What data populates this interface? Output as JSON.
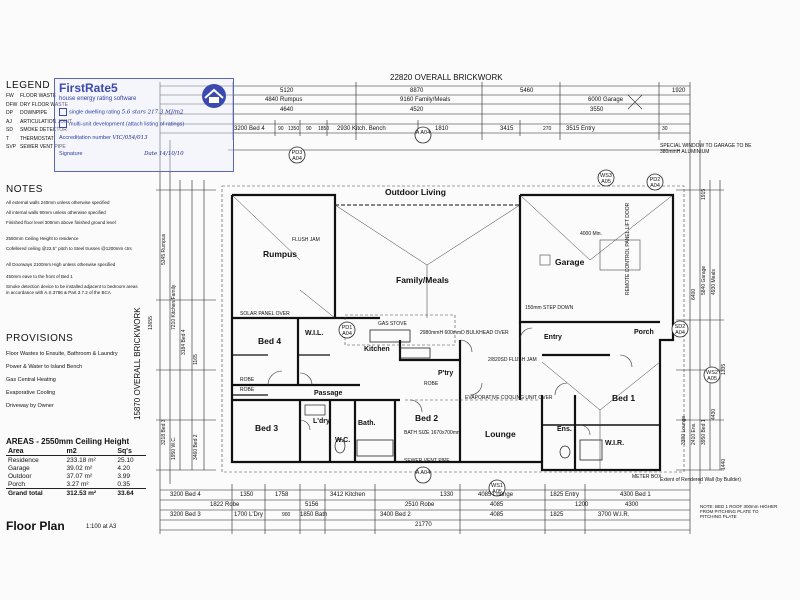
{
  "legend": {
    "title": "LEGEND",
    "items": [
      {
        "code": "FW",
        "label": "FLOOR WASTE"
      },
      {
        "code": "DFW",
        "label": "DRY FLOOR WASTE"
      },
      {
        "code": "DP",
        "label": "DOWNPIPE"
      },
      {
        "code": "AJ",
        "label": "ARTICULATION JOINT"
      },
      {
        "code": "SD",
        "label": "SMOKE DETECTOR"
      },
      {
        "code": "T",
        "label": "THERMOSTAT"
      },
      {
        "code": "SVP",
        "label": "SEWER VENT PIPE"
      }
    ]
  },
  "stamp": {
    "brand": "FirstRate5",
    "subtitle": "house energy rating software",
    "line1": "single dwelling rating",
    "line1_value": "5.6 stars 217.3 MJ/m2",
    "line2": "multi-unit development (attach listing of ratings)",
    "line3": "Accreditation number",
    "line3_value": "VIC/054/013",
    "line4": "Signature",
    "line4_value": "Date 14/10/10"
  },
  "notes": {
    "title": "NOTES",
    "items": [
      "All external walls 240mm unless otherwise specified",
      "All internal walls 90mm unless otherwise specified",
      "Finished floor level 300mm above finished ground level",
      "2550mm Ceiling Height to residence",
      "Cofellered ceiling @22.5° pitch to Steel trusses @1200mm ctrs",
      "All Doorways 2100mm High unless otherwise specified",
      "450mm eave to the front of Bed 1",
      "Smoke detection device to be installed adjacent to bedroom areas in accordance with A.S.3786 & Part 3.7.2 of the BCA"
    ]
  },
  "provisions": {
    "title": "PROVISIONS",
    "items": [
      "Floor Wastes to Ensuite, Bathroom & Laundry",
      "Power & Water to Island Bench",
      "Gas Central Heating",
      "Evaporative Cooling",
      "Driveway by Owner"
    ]
  },
  "areas": {
    "title": "AREAS - 2550mm Ceiling Height",
    "headers": [
      "Area",
      "m2",
      "Sq's"
    ],
    "rows": [
      [
        "Residence",
        "233.18 m²",
        "25.10"
      ],
      [
        "Garage",
        "39.02 m²",
        "4.20"
      ],
      [
        "Outdoor",
        "37.07 m²",
        "3.99"
      ],
      [
        "Porch",
        "3.27 m²",
        "0.35"
      ]
    ],
    "total": [
      "Grand total",
      "312.53 m²",
      "33.64"
    ]
  },
  "footer": {
    "title": "Floor Plan",
    "scale": "1:100 at A3"
  },
  "plan": {
    "overall_width": "22820 OVERALL BRICKWORK",
    "overall_depth": "15870 OVERALL BRICKWORK",
    "top_dims_row1": [
      "5120",
      "8870",
      "5460",
      "1920"
    ],
    "top_dims_row2": [
      "4840 Rumpus",
      "9160 Family/Meals",
      "6000 Garage"
    ],
    "top_dims_row3": [
      "4640",
      "4520",
      "3550"
    ],
    "top_dims_row4": [
      "3200 Bed 4",
      "90",
      "1350",
      "90",
      "1850",
      "2930 Kitch. Bench",
      "1810",
      "3415",
      "270",
      "3515 Entry",
      "30"
    ],
    "bottom_dims_row1": [
      "3200 Bed 4",
      "1350",
      "1758",
      "3412 Kitchen",
      "1330",
      "4085 Lounge",
      "1825 Entry",
      "4300 Bed 1"
    ],
    "bottom_dims_row2": [
      "1822 Robe",
      "5156",
      "2510 Robe",
      "4085",
      "4300"
    ],
    "bottom_dims_row3": [
      "3200 Bed 3",
      "1700 L'Dry",
      "900",
      "1850 Bath",
      "3400 Bed 2",
      "4085",
      "1825",
      "1200",
      "3700 W.I.R."
    ],
    "bottom_total": "21770",
    "rooms": {
      "outdoor": "Outdoor Living",
      "rumpus": "Rumpus",
      "family": "Family/Meals",
      "garage": "Garage",
      "bed4": "Bed 4",
      "wil": "W.I.L.",
      "kitchen": "Kitchen",
      "entry": "Entry",
      "porch": "Porch",
      "bed1": "Bed 1",
      "bed3": "Bed 3",
      "passage": "Passage",
      "ldry": "L'dry",
      "wc": "W.C.",
      "bath": "Bath.",
      "bed2": "Bed 2",
      "lounge": "Lounge",
      "pty": "P'try",
      "ens": "Ens.",
      "wir": "W.I.R.",
      "robe": "ROBE"
    },
    "left_dims": [
      "5345 Rumpus",
      "7210 Kitchen/Family",
      "3184 Bed 4",
      "13655",
      "3218 Bed 3",
      "1165",
      "1950 W.C.",
      "3460 Bed 2"
    ],
    "right_dims": [
      "5840 Garage",
      "4930 Meals",
      "6400",
      "1915",
      "3390 Lounge",
      "2410 Ens.",
      "3950 Bed 1",
      "4430",
      "1335",
      "1440"
    ],
    "annotations": {
      "special_window": "SPECIAL WINDOW TO GARAGE TO BE 380mmH ALUMINIUM",
      "extent_render": "Extent of Rendered Wall (by Builder)",
      "bed1_note": "NOTE: BED 1 ROOF 300mm HIGHER FROM PITCHING PLATE TO PITCHING PLATE",
      "evap": "EVAPORATIVE COOLING UNIT OVER",
      "sewer": "SEWER VENT PIPE",
      "bulkhead": "2980mmH 600mmD BULKHEAD OVER",
      "gas_stove": "GAS STOVE",
      "solar": "SOLAR PANEL OVER",
      "garage_door": "4000 Min.",
      "remote": "REMOTE CONTROL PANEL LIFT DOOR",
      "meter": "METER BOX",
      "step_down": "150mm STEP DOWN",
      "bath_size": "BATH SIZE 1670x700mm",
      "flush_jam": "FLUSH JAM",
      "lantern": "2/820SD FLUSH JAM"
    },
    "refs": {
      "pd3": "PD3 A04",
      "pd2": "PD2 A04",
      "pd1": "PD1 A04",
      "sd2": "SD2 A04",
      "ws3": "WS3 A05",
      "ws2": "WS2 A05",
      "ws1": "WS1 A05",
      "a_top": "A A04",
      "a_bottom": "A A04"
    }
  }
}
